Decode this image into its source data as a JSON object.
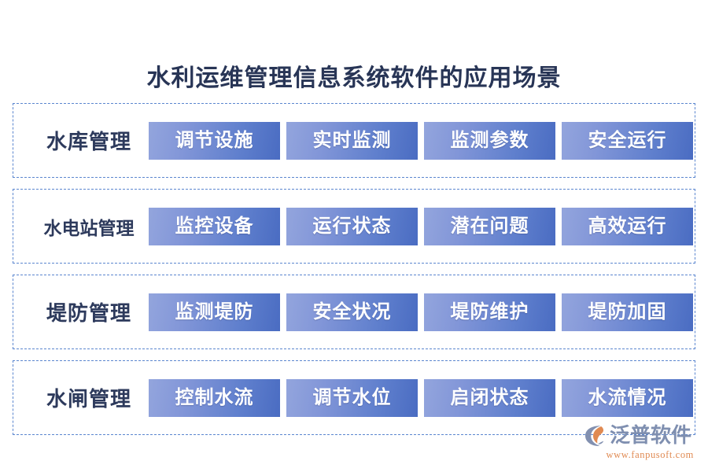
{
  "page": {
    "title": "水利运维管理信息系统软件的应用场景",
    "background_color": "#ffffff",
    "title_color": "#283556",
    "box_gradient_from": "#93a5dd",
    "box_gradient_to": "#4a6cc2",
    "row_border_color": "#5b86cf"
  },
  "rows": [
    {
      "label": "水库管理",
      "items": [
        {
          "label": "调节设施"
        },
        {
          "label": "实时监测"
        },
        {
          "label": "监测参数"
        },
        {
          "label": "安全运行"
        }
      ]
    },
    {
      "label": "水电站管理",
      "items": [
        {
          "label": "监控设备"
        },
        {
          "label": "运行状态"
        },
        {
          "label": "潜在问题"
        },
        {
          "label": "高效运行"
        }
      ]
    },
    {
      "label": "堤防管理",
      "items": [
        {
          "label": "监测堤防"
        },
        {
          "label": "安全状况"
        },
        {
          "label": "堤防维护"
        },
        {
          "label": "堤防加固"
        }
      ]
    },
    {
      "label": "水闸管理",
      "items": [
        {
          "label": "控制水流"
        },
        {
          "label": "调节水位"
        },
        {
          "label": "启闭状态"
        },
        {
          "label": "水流情况"
        }
      ]
    }
  ],
  "logo": {
    "mark_icon": "fanpu-swoosh-icon",
    "brand": "泛普软件",
    "url": "www.fanpusoft.com",
    "brand_color": "#7f8fb0",
    "accent_color": "#e08a52"
  }
}
